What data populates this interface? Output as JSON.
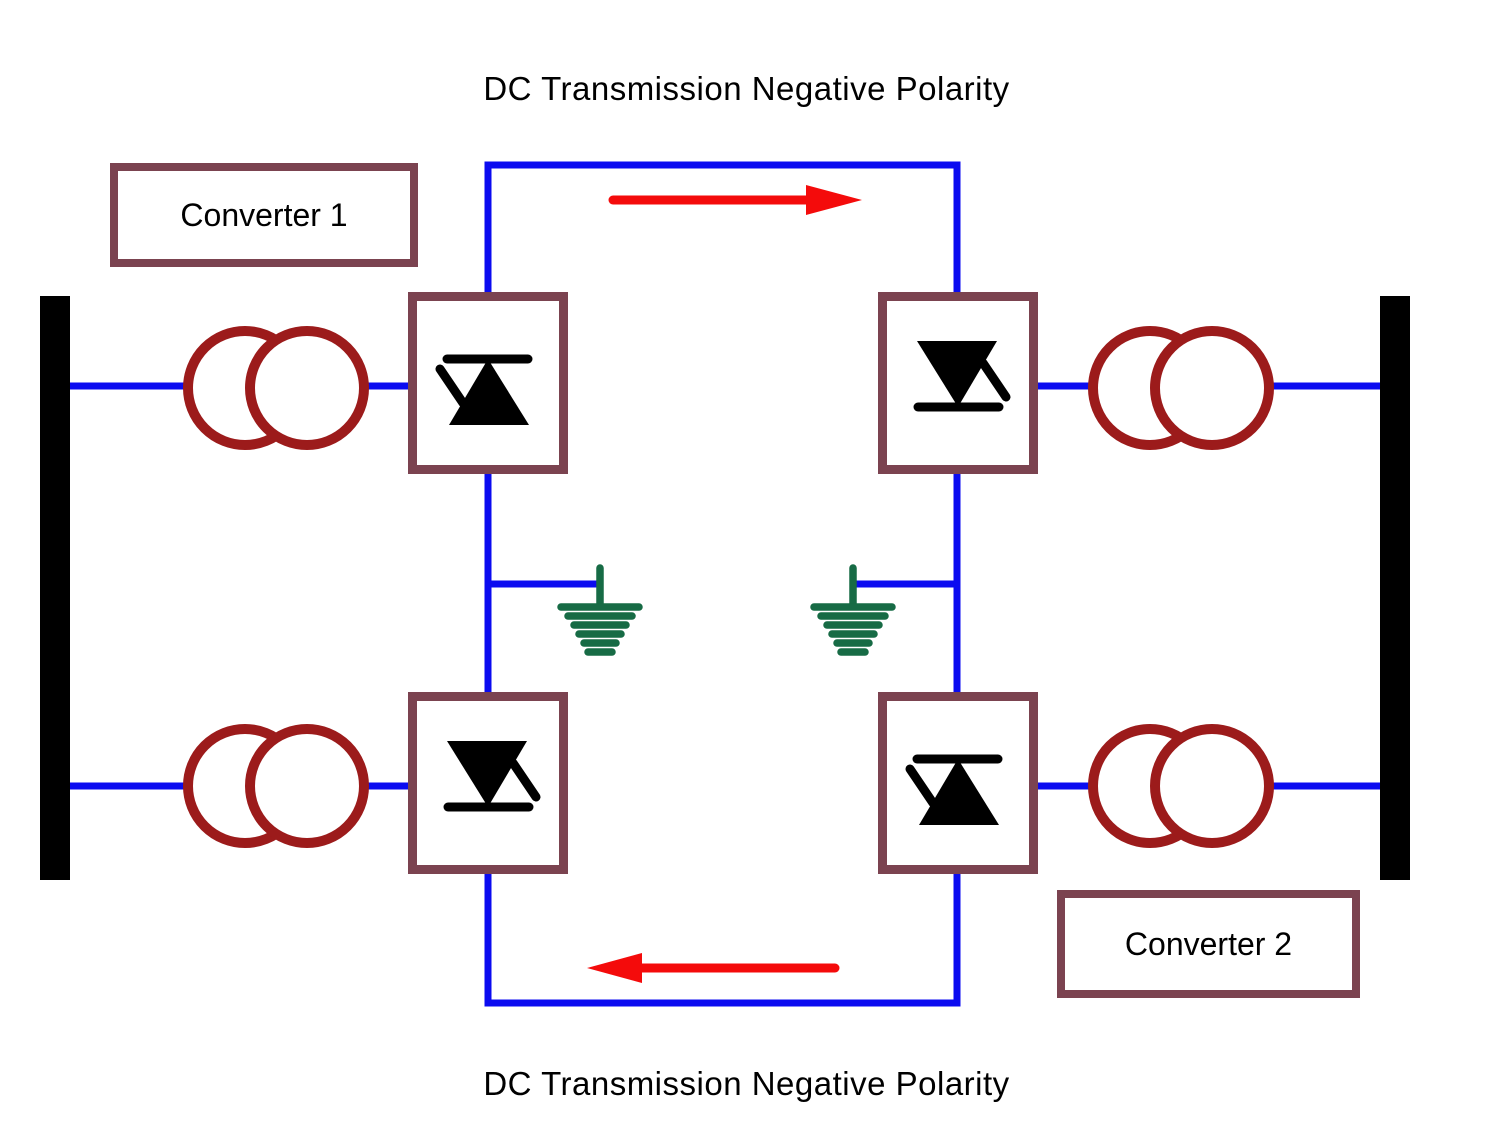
{
  "titles": {
    "top": "DC Transmission Negative Polarity",
    "bottom": "DC Transmission Negative Polarity"
  },
  "converter_labels": {
    "converter1": "Converter 1",
    "converter2": "Converter 2"
  },
  "colors": {
    "wire-blue": "#0b0bf0",
    "box-maroon": "#7b4350",
    "transformer-red": "#9c1b1b",
    "arrow-red": "#f40b0b",
    "ground-green": "#176b45",
    "bus-black": "#000000",
    "device-black": "#000000",
    "text-black": "#000000",
    "background": "#ffffff"
  },
  "diagram": {
    "type": "circuit",
    "subject": "Bipolar HVDC link between two converter stations",
    "elements": {
      "ac_busbars": [
        "left",
        "right"
      ],
      "converter_transformers": 4,
      "valve_groups": [
        {
          "position": "upper-left",
          "symbol": "thyristor-up"
        },
        {
          "position": "upper-right",
          "symbol": "thyristor-down"
        },
        {
          "position": "lower-left",
          "symbol": "thyristor-down"
        },
        {
          "position": "lower-right",
          "symbol": "thyristor-up"
        }
      ],
      "earth_electrodes": 2,
      "power_flow_arrows": [
        {
          "line": "top",
          "direction": "right"
        },
        {
          "line": "bottom",
          "direction": "left"
        }
      ]
    }
  }
}
